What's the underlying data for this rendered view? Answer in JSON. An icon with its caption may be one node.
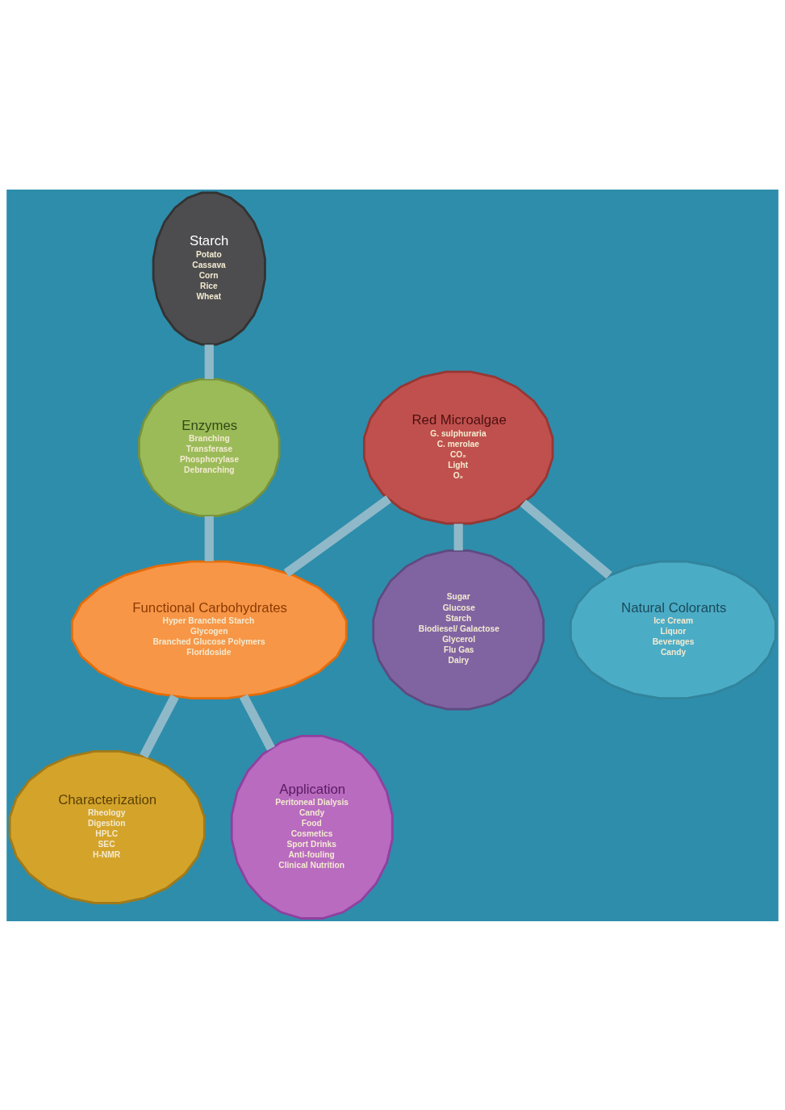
{
  "diagram": {
    "nodes": [
      {
        "text": [
          "Starch",
          "Potato",
          "Cassava",
          "Corn",
          "Rice",
          "Wheat"
        ]
      },
      {
        "text": [
          "Sugar",
          "Glucose",
          "Starch",
          "Biodiesel/ Galactose",
          "Glycerol",
          "Flu Gas",
          "Dairy"
        ]
      },
      {
        "text": [
          "Enzymes",
          "Branching",
          "Transferase",
          "Phosphorylase",
          "Debranching"
        ]
      },
      {
        "text": [
          "Red Microalgae",
          "G. sulphuraria",
          "C. merolae",
          "CO₂",
          "Light",
          "O₂"
        ]
      },
      {
        "text": [
          "Functional Carbohydrates",
          "Hyper Branched Starch",
          "Glycogen",
          "Branched Glucose Polymers",
          "Floridoside"
        ]
      },
      {
        "text": [
          "Natural Colorants",
          "Ice Cream",
          "Liquor",
          "Beverages",
          "Candy"
        ]
      },
      {
        "text": [
          "Characterization",
          "Rheology",
          "Digestion",
          "HPLC",
          "SEC",
          "H-NMR"
        ]
      },
      {
        "text": [
          "Application",
          "Peritoneal Dialysis",
          "Candy",
          "Food",
          "Cosmetics",
          "Sport Drinks",
          "Anti-fouling",
          "Clinical Nutrition"
        ]
      }
    ],
    "edges": [
      {
        "from": 0,
        "to": 2,
        "arrow": "none"
      },
      {
        "from": 2,
        "to": 4,
        "arrow": "none"
      },
      {
        "from": 3,
        "to": 1,
        "arrow": "none"
      },
      {
        "from": 3,
        "to": 4,
        "arrow": "none"
      },
      {
        "from": 3,
        "to": 5,
        "arrow": "none"
      },
      {
        "from": 4,
        "to": 6,
        "arrow": "none"
      },
      {
        "from": 4,
        "to": 7,
        "arrow": "none"
      }
    ]
  }
}
